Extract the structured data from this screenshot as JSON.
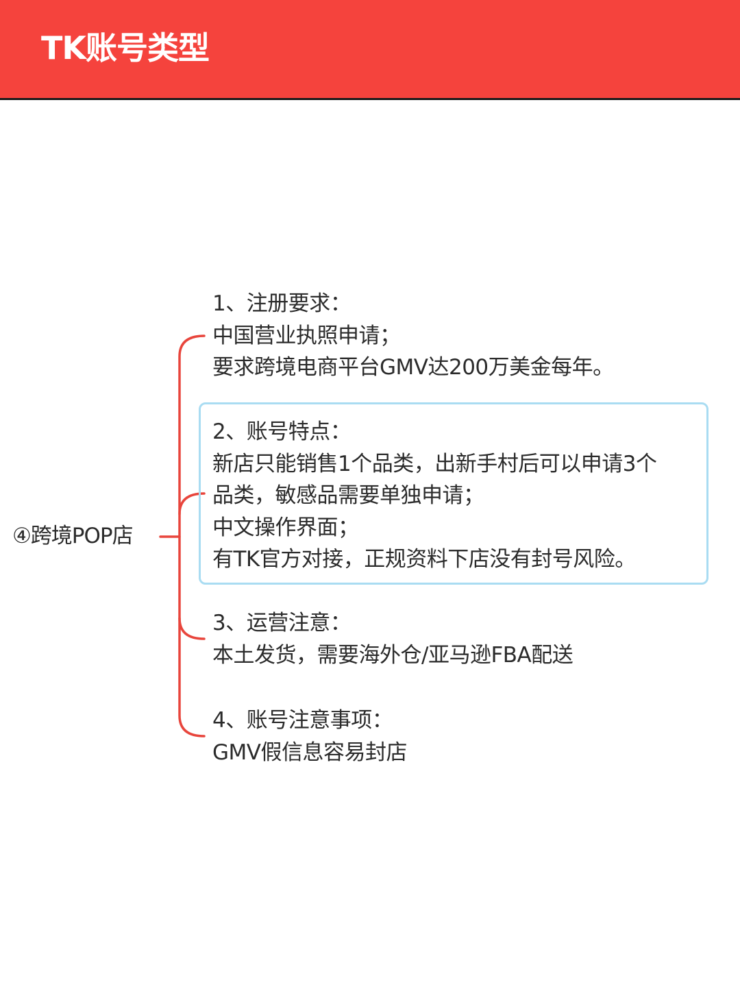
{
  "header": {
    "title": "TK账号类型"
  },
  "root": {
    "label": "④跨境POP店"
  },
  "nodes": [
    {
      "lines": [
        "1、注册要求：",
        "中国营业执照申请；",
        "要求跨境电商平台GMV达200万美金每年。"
      ]
    },
    {
      "lines": [
        "2、账号特点：",
        "新店只能销售1个品类，出新手村后可以申请3个",
        "品类，敏感品需要单独申请；",
        "中文操作界面；",
        "有TK官方对接，正规资料下店没有封号风险。"
      ]
    },
    {
      "lines": [
        "3、运营注意：",
        "本土发货，需要海外仓/亚马逊FBA配送"
      ]
    },
    {
      "lines": [
        "4、账号注意事项：",
        "GMV假信息容易封店"
      ]
    }
  ],
  "colors": {
    "header_bg": "#f5433d",
    "connector": "#e8453c",
    "highlight_border": "#a9dcf2",
    "text": "#2b2b2b"
  }
}
